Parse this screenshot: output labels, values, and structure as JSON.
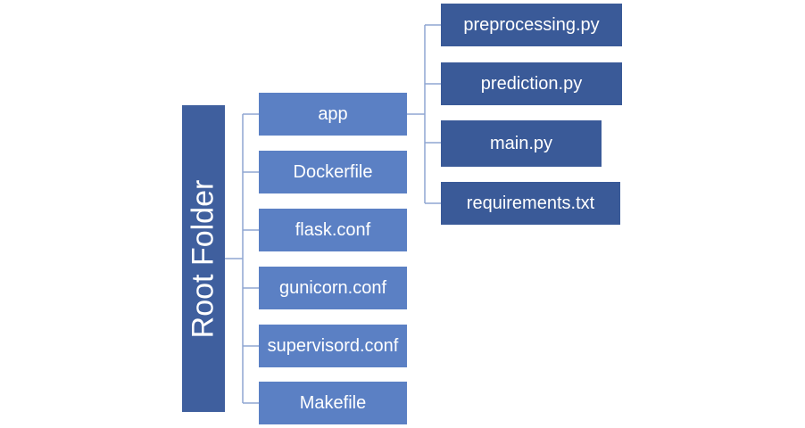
{
  "root": {
    "label": "Root Folder"
  },
  "children": [
    {
      "label": "app"
    },
    {
      "label": "Dockerfile"
    },
    {
      "label": "flask.conf"
    },
    {
      "label": "gunicorn.conf"
    },
    {
      "label": "supervisord.conf"
    },
    {
      "label": "Makefile"
    }
  ],
  "app_children": [
    {
      "label": "preprocessing.py"
    },
    {
      "label": "prediction.py"
    },
    {
      "label": "main.py"
    },
    {
      "label": "requirements.txt"
    }
  ],
  "colors": {
    "root_fill": "#3f5f9e",
    "level1_fill": "#5b80c4",
    "level2_fill": "#3a5a98",
    "connector": "#8fa6d2"
  }
}
